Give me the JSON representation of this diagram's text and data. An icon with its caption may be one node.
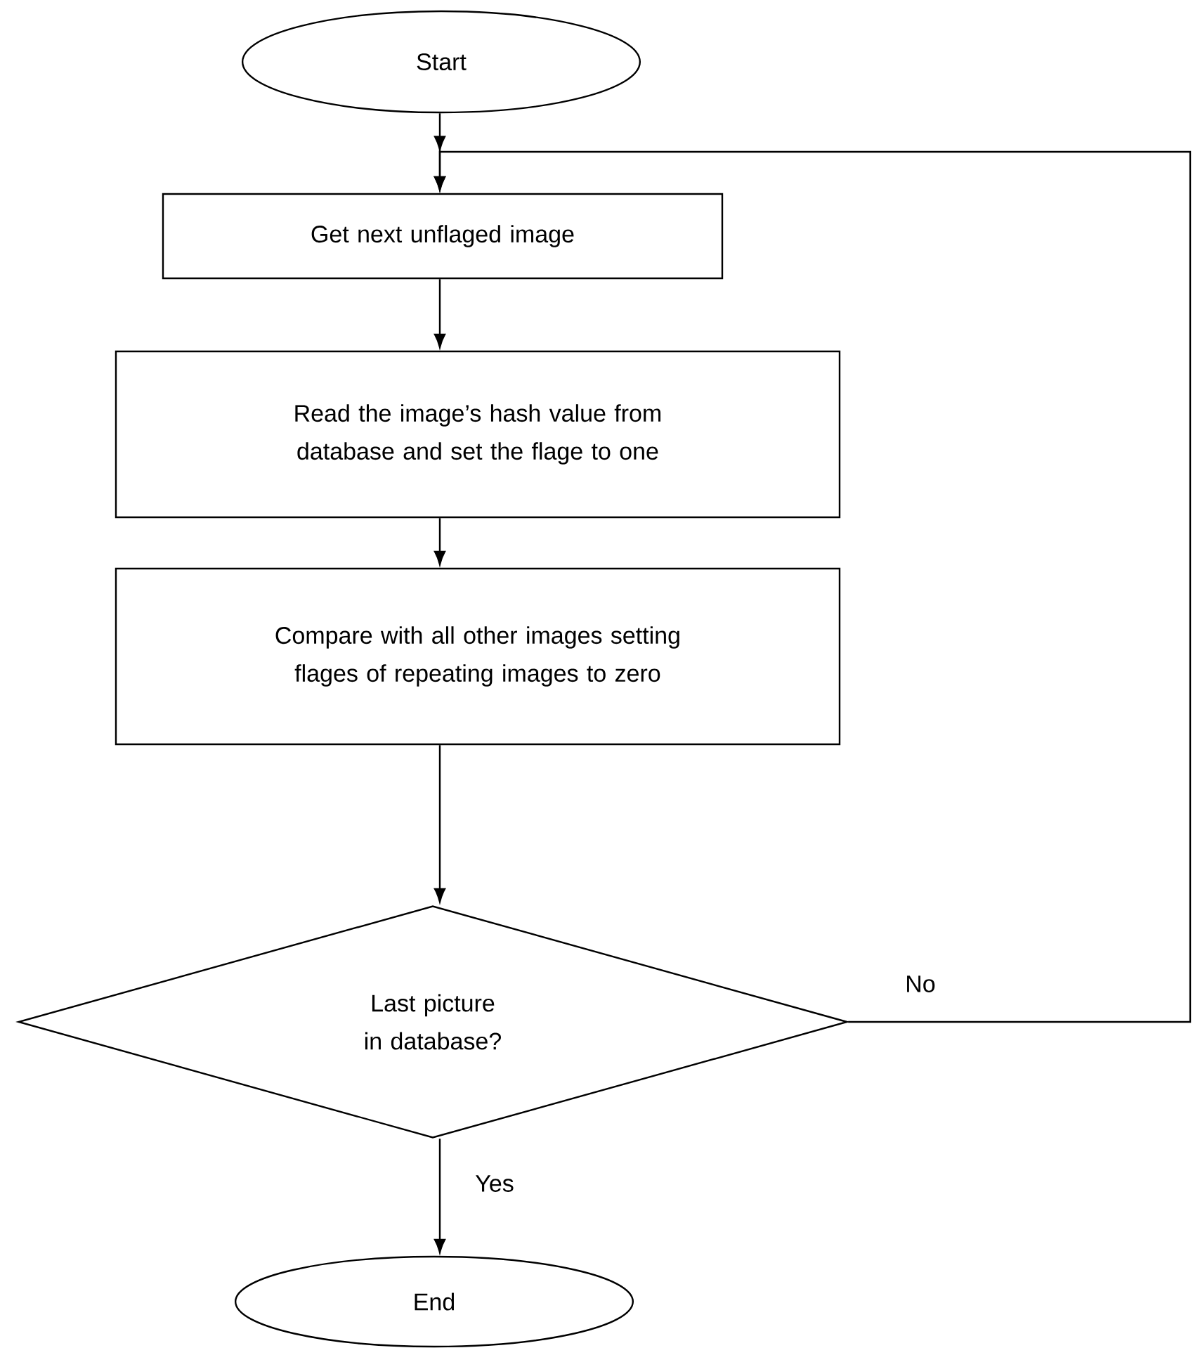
{
  "diagram": {
    "nodes": [
      {
        "text": [
          "Start"
        ]
      },
      {
        "text": [
          "Get next unflaged image"
        ]
      },
      {
        "text": [
          "Read the image’s hash value from database and set the flage to one"
        ]
      },
      {
        "text": [
          "Compare with all other images setting flages of repeating images to zero"
        ]
      },
      {
        "text": [
          "Last picture in database?"
        ]
      },
      {
        "text": [
          "End"
        ]
      }
    ],
    "edges": [
      {
        "from": 0,
        "to": 1,
        "arrow": "to"
      },
      {
        "from": 1,
        "to": 2,
        "arrow": "to"
      },
      {
        "from": 2,
        "to": 3,
        "arrow": "to"
      },
      {
        "from": 3,
        "to": 4,
        "arrow": "to"
      },
      {
        "from": 4,
        "to": 5,
        "arrow": "to",
        "label": "Yes"
      },
      {
        "from": 4,
        "to": 1,
        "arrow": "to",
        "label": "No"
      }
    ]
  }
}
